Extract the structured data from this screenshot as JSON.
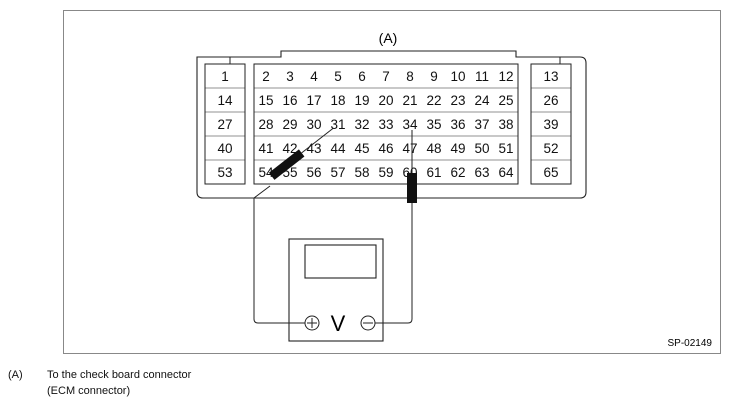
{
  "diagram": {
    "connector_label": "(A)",
    "figure_code": "SP-02149",
    "pins": [
      [
        "1",
        "2",
        "3",
        "4",
        "5",
        "6",
        "7",
        "8",
        "9",
        "10",
        "11",
        "12",
        "13"
      ],
      [
        "14",
        "15",
        "16",
        "17",
        "18",
        "19",
        "20",
        "21",
        "22",
        "23",
        "24",
        "25",
        "26"
      ],
      [
        "27",
        "28",
        "29",
        "30",
        "31",
        "32",
        "33",
        "34",
        "35",
        "36",
        "37",
        "38",
        "39"
      ],
      [
        "40",
        "41",
        "42",
        "43",
        "44",
        "45",
        "46",
        "47",
        "48",
        "49",
        "50",
        "51",
        "52"
      ],
      [
        "53",
        "54",
        "55",
        "56",
        "57",
        "58",
        "59",
        "60",
        "61",
        "62",
        "63",
        "64",
        "65"
      ]
    ],
    "meter": {
      "symbol": "V",
      "positive_terminal": "⊕",
      "negative_terminal": "⊖"
    }
  },
  "legend": {
    "marker": "(A)",
    "text_line1": "To the check board connector",
    "text_line2": "(ECM connector)"
  }
}
